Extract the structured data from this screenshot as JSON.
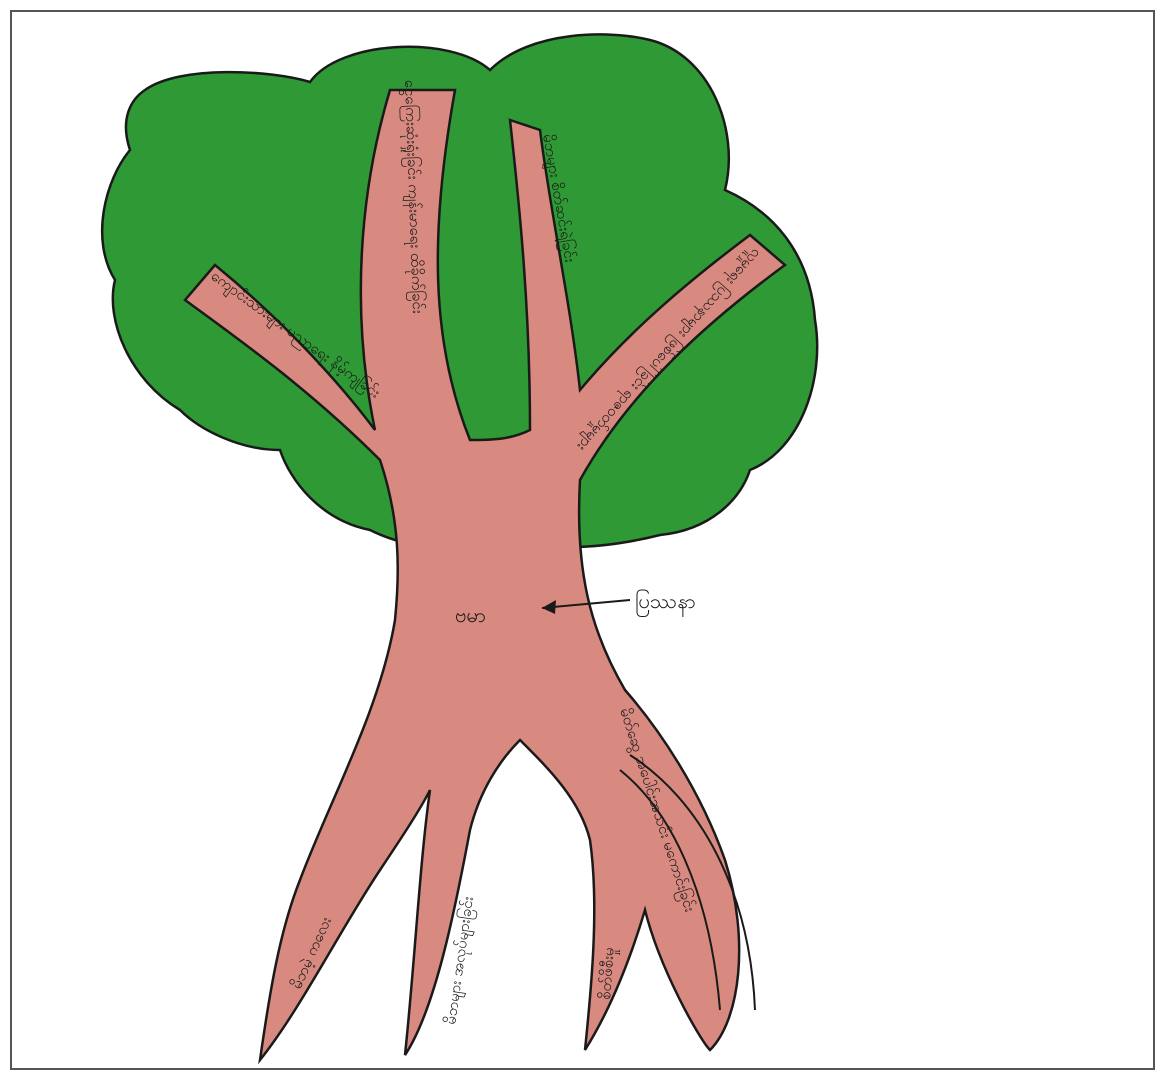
{
  "colors": {
    "foliage": "#2f9a35",
    "foliage_dark": "#1f7a28",
    "trunk": "#d98a80",
    "trunk_dark": "#b4544a",
    "ink": "#1a1a1a",
    "paper": "#ffffff"
  },
  "trunk_label": "ဗမာ",
  "arrow_label": "ပြဿနာ",
  "branches": [
    {
      "text": "ကျောင်းသားများ ပညာရေး နိမ့်ကျခြင်း"
    },
    {
      "text": "ငွေကြေးဆုံးရှုံးခြင်း ကျန်းမာရေး ထိခိုက်ခြင်း"
    },
    {
      "text": "မိဘများ စိတ်ဆင်းရဲခြင်း"
    },
    {
      "text": "လူမှုရေး ပြဿနာများ ဖြစ်ပေါ်ခြင်း ရာဇဝတ်မှုများ"
    }
  ],
  "roots": [
    {
      "text": "မိဘမဲ့ ကလေး"
    },
    {
      "text": "မိဘများ အလုပ်များခြင်း"
    },
    {
      "text": "စိတ်ဖိစီးမှု"
    },
    {
      "text": "မိတ်ဆွေ အပေါင်းအသင်း မကောင်းခြင်း"
    }
  ]
}
